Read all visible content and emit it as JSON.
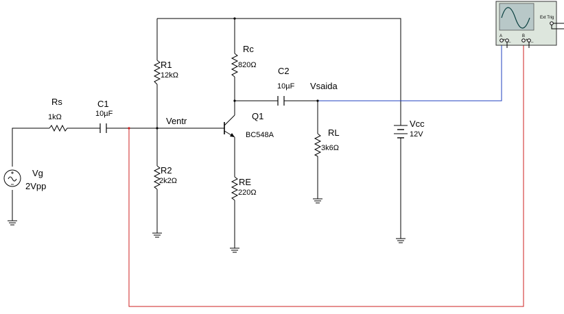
{
  "components": {
    "rs": {
      "ref": "Rs",
      "value": "1kΩ"
    },
    "c1": {
      "ref": "C1",
      "value": "10µF"
    },
    "r1": {
      "ref": "R1",
      "value": "12kΩ"
    },
    "r2": {
      "ref": "R2",
      "value": "2k2Ω"
    },
    "rc": {
      "ref": "Rc",
      "value": "820Ω"
    },
    "re": {
      "ref": "RE",
      "value": "220Ω"
    },
    "c2": {
      "ref": "C2",
      "value": "10µF"
    },
    "rl": {
      "ref": "RL",
      "value": "3k6Ω"
    },
    "q1": {
      "ref": "Q1",
      "value": "BC548A"
    },
    "vcc": {
      "ref": "Vcc",
      "value": "12V"
    },
    "vg": {
      "ref": "Vg",
      "value": "2Vpp"
    }
  },
  "nets": {
    "input": "Ventr",
    "output": "Vsaida"
  },
  "oscilloscope": {
    "channel_a": "A",
    "channel_b": "B",
    "ext_trig": "Ext Trig",
    "plus": "+",
    "minus": "_"
  },
  "colors": {
    "wire": "#000000",
    "probe_a": "#1f3fbf",
    "probe_b": "#cc1f1f",
    "scope_body": "#dde6dd",
    "scope_screen": "#b8c8c8",
    "scope_trace": "#0a4040"
  }
}
